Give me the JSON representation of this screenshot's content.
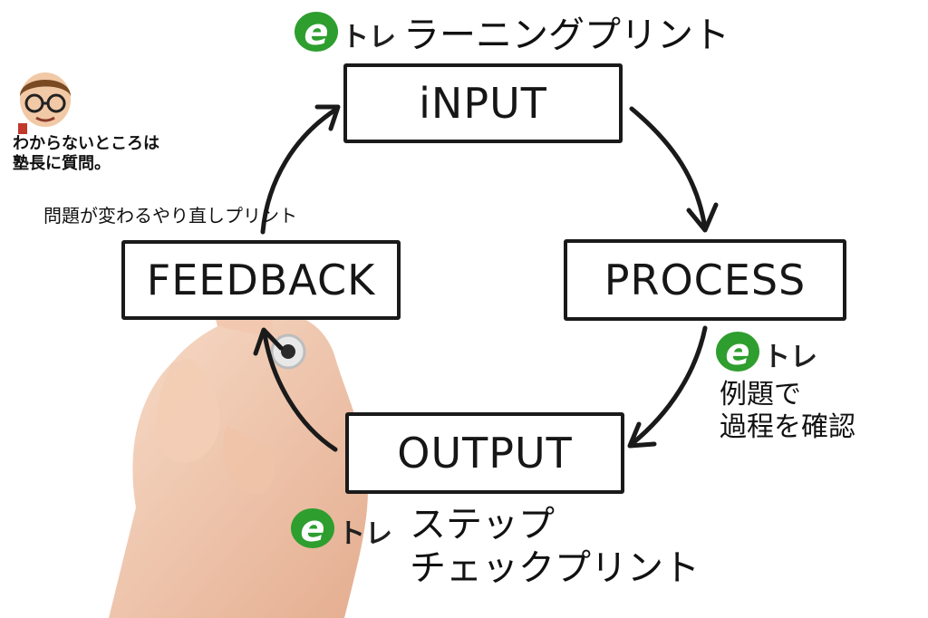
{
  "diagram": {
    "input_label": "iNPUT",
    "process_label": "PROCESS",
    "output_label": "OUTPUT",
    "feedback_label": "FEEDBACK"
  },
  "captions": {
    "input_title": "ラーニングプリント",
    "feedback_caption": "問題が変わるやり直しプリント",
    "teacher_note_line1": "わからないところは",
    "teacher_note_line2": "塾長に質問。",
    "process_line1": "例題で",
    "process_line2": "過程を確認",
    "output_line1": "ステップ",
    "output_line2": "チェックプリント"
  },
  "logo": {
    "text": "トレ",
    "letter": "e",
    "color_green": "#2e9e2e",
    "color_dark": "#1f1f1f"
  },
  "colors": {
    "ink": "#1a1a1a",
    "background": "#ffffff",
    "skin": "#f1c6a8"
  }
}
